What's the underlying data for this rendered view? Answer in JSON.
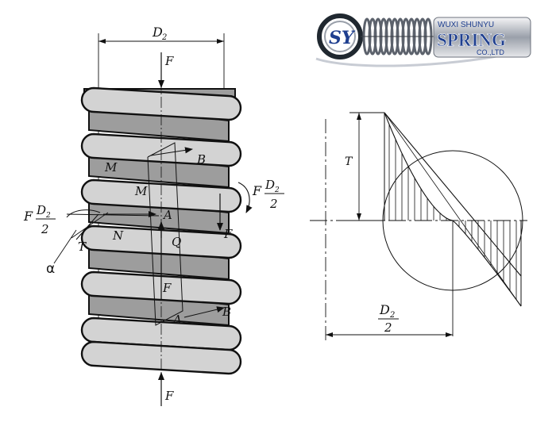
{
  "logo": {
    "mark": "SY",
    "company_top": "WUXI SHUNYU",
    "company_main": "SPRING",
    "company_sub": "CO.,LTD",
    "colors": {
      "primary": "#1f3f8f",
      "silver": "#8a8f98",
      "dark": "#1b1b1b"
    }
  },
  "spring_diagram": {
    "dim_top": {
      "base": "D",
      "sub": "2"
    },
    "force_top": "F",
    "force_bottom": "F",
    "force_right": "F",
    "point_labels": {
      "M_upper": "M",
      "M_lower": "M",
      "B_upper": "B",
      "B_lower": "B",
      "A_center": "A",
      "A_lower": "A",
      "N": "N",
      "Q": "Q",
      "T": "T",
      "F_inner": "F",
      "alpha": "α"
    },
    "moment_left": {
      "F": "F",
      "num_base": "D",
      "num_sub": "2",
      "den": "2"
    },
    "moment_right": {
      "F": "F",
      "num_base": "D",
      "num_sub": "2",
      "den": "2"
    }
  },
  "stress_diagram": {
    "label_T": "T",
    "radius_label": {
      "num_base": "D",
      "num_sub": "2",
      "den": "2"
    }
  }
}
